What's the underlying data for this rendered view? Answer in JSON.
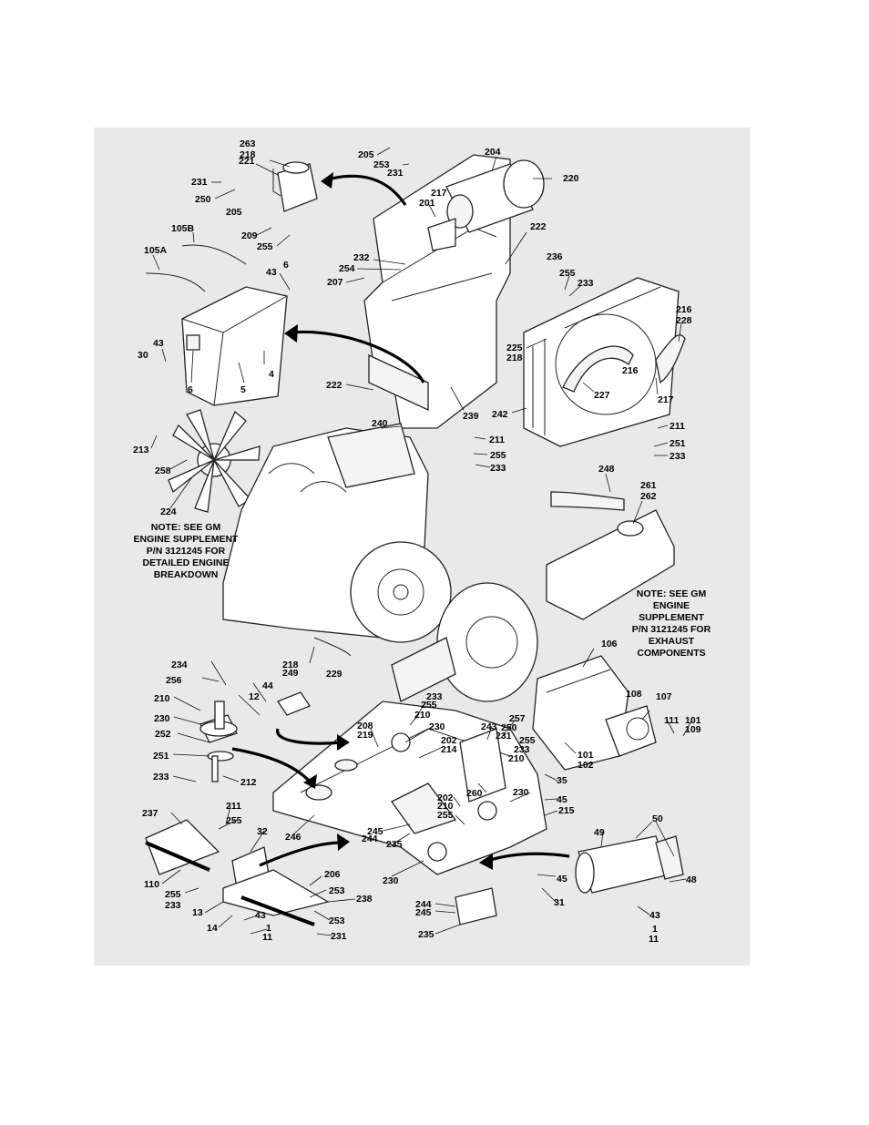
{
  "callouts": [
    {
      "id": "c263",
      "text": "263"
    },
    {
      "id": "c218a",
      "text": "218"
    },
    {
      "id": "c221",
      "text": "221"
    },
    {
      "id": "c231a",
      "text": "231"
    },
    {
      "id": "c250a",
      "text": "250"
    },
    {
      "id": "c205a",
      "text": "205"
    },
    {
      "id": "c205b",
      "text": "205"
    },
    {
      "id": "c253a",
      "text": "253"
    },
    {
      "id": "c231b",
      "text": "231"
    },
    {
      "id": "c204",
      "text": "204"
    },
    {
      "id": "c220",
      "text": "220"
    },
    {
      "id": "c217a",
      "text": "217"
    },
    {
      "id": "c201",
      "text": "201"
    },
    {
      "id": "c209",
      "text": "209"
    },
    {
      "id": "c255a",
      "text": "255"
    },
    {
      "id": "c105B",
      "text": "105B"
    },
    {
      "id": "c105A",
      "text": "105A"
    },
    {
      "id": "c222a",
      "text": "222"
    },
    {
      "id": "c236",
      "text": "236"
    },
    {
      "id": "c232",
      "text": "232"
    },
    {
      "id": "c254",
      "text": "254"
    },
    {
      "id": "c207",
      "text": "207"
    },
    {
      "id": "c43a",
      "text": "43"
    },
    {
      "id": "c6a",
      "text": "6"
    },
    {
      "id": "c255b",
      "text": "255"
    },
    {
      "id": "c233a",
      "text": "233"
    },
    {
      "id": "c216a",
      "text": "216"
    },
    {
      "id": "c228",
      "text": "228"
    },
    {
      "id": "c43b",
      "text": "43"
    },
    {
      "id": "c30",
      "text": "30"
    },
    {
      "id": "c225",
      "text": "225"
    },
    {
      "id": "c218b",
      "text": "218"
    },
    {
      "id": "c4",
      "text": "4"
    },
    {
      "id": "c216b",
      "text": "216"
    },
    {
      "id": "c6b",
      "text": "6"
    },
    {
      "id": "c5",
      "text": "5"
    },
    {
      "id": "c222b",
      "text": "222"
    },
    {
      "id": "c227",
      "text": "227"
    },
    {
      "id": "c217b",
      "text": "217"
    },
    {
      "id": "c239",
      "text": "239"
    },
    {
      "id": "c242",
      "text": "242"
    },
    {
      "id": "c240",
      "text": "240"
    },
    {
      "id": "c211a",
      "text": "211"
    },
    {
      "id": "c211b",
      "text": "211"
    },
    {
      "id": "c251a",
      "text": "251"
    },
    {
      "id": "c255c",
      "text": "255"
    },
    {
      "id": "c233b",
      "text": "233"
    },
    {
      "id": "c233c",
      "text": "233"
    },
    {
      "id": "c213",
      "text": "213"
    },
    {
      "id": "c258",
      "text": "258"
    },
    {
      "id": "c248",
      "text": "248"
    },
    {
      "id": "c261",
      "text": "261"
    },
    {
      "id": "c262",
      "text": "262"
    },
    {
      "id": "c224",
      "text": "224"
    },
    {
      "id": "c106",
      "text": "106"
    },
    {
      "id": "c218c",
      "text": "218"
    },
    {
      "id": "c249",
      "text": "249"
    },
    {
      "id": "c229",
      "text": "229"
    },
    {
      "id": "c234",
      "text": "234"
    },
    {
      "id": "c256",
      "text": "256"
    },
    {
      "id": "c44",
      "text": "44"
    },
    {
      "id": "c12",
      "text": "12"
    },
    {
      "id": "c210a",
      "text": "210"
    },
    {
      "id": "c230a",
      "text": "230"
    },
    {
      "id": "c252",
      "text": "252"
    },
    {
      "id": "c251b",
      "text": "251"
    },
    {
      "id": "c233d",
      "text": "233"
    },
    {
      "id": "c212",
      "text": "212"
    },
    {
      "id": "c233e",
      "text": "233"
    },
    {
      "id": "c255d",
      "text": "255"
    },
    {
      "id": "c210b",
      "text": "210"
    },
    {
      "id": "c230b",
      "text": "230"
    },
    {
      "id": "c208",
      "text": "208"
    },
    {
      "id": "c219",
      "text": "219"
    },
    {
      "id": "c202a",
      "text": "202"
    },
    {
      "id": "c214",
      "text": "214"
    },
    {
      "id": "c243",
      "text": "243"
    },
    {
      "id": "c257",
      "text": "257"
    },
    {
      "id": "c250b",
      "text": "250"
    },
    {
      "id": "c231c",
      "text": "231"
    },
    {
      "id": "c255e",
      "text": "255"
    },
    {
      "id": "c233f",
      "text": "233"
    },
    {
      "id": "c210c",
      "text": "210"
    },
    {
      "id": "c108",
      "text": "108"
    },
    {
      "id": "c107",
      "text": "107"
    },
    {
      "id": "c111",
      "text": "111"
    },
    {
      "id": "c101a",
      "text": "101"
    },
    {
      "id": "c109",
      "text": "109"
    },
    {
      "id": "c101b",
      "text": "101"
    },
    {
      "id": "c102",
      "text": "102"
    },
    {
      "id": "c35",
      "text": "35"
    },
    {
      "id": "c260",
      "text": "260"
    },
    {
      "id": "c230c",
      "text": "230"
    },
    {
      "id": "c45a",
      "text": "45"
    },
    {
      "id": "c215",
      "text": "215"
    },
    {
      "id": "c237",
      "text": "237"
    },
    {
      "id": "c211c",
      "text": "211"
    },
    {
      "id": "c255f",
      "text": "255"
    },
    {
      "id": "c246",
      "text": "246"
    },
    {
      "id": "c202b",
      "text": "202"
    },
    {
      "id": "c210d",
      "text": "210"
    },
    {
      "id": "c255g",
      "text": "255"
    },
    {
      "id": "c245a",
      "text": "245"
    },
    {
      "id": "c244a",
      "text": "244"
    },
    {
      "id": "c235a",
      "text": "235"
    },
    {
      "id": "c32",
      "text": "32"
    },
    {
      "id": "c50",
      "text": "50"
    },
    {
      "id": "c49",
      "text": "49"
    },
    {
      "id": "c110",
      "text": "110"
    },
    {
      "id": "c230d",
      "text": "230"
    },
    {
      "id": "c45b",
      "text": "45"
    },
    {
      "id": "c206",
      "text": "206"
    },
    {
      "id": "c253b",
      "text": "253"
    },
    {
      "id": "c48",
      "text": "48"
    },
    {
      "id": "c255h",
      "text": "255"
    },
    {
      "id": "c233g",
      "text": "233"
    },
    {
      "id": "c238",
      "text": "238"
    },
    {
      "id": "c31",
      "text": "31"
    },
    {
      "id": "c244b",
      "text": "244"
    },
    {
      "id": "c245b",
      "text": "245"
    },
    {
      "id": "c13",
      "text": "13"
    },
    {
      "id": "c43c",
      "text": "43"
    },
    {
      "id": "c253c",
      "text": "253"
    },
    {
      "id": "c43d",
      "text": "43"
    },
    {
      "id": "c14",
      "text": "14"
    },
    {
      "id": "c1a",
      "text": "1"
    },
    {
      "id": "c11a",
      "text": "11"
    },
    {
      "id": "c231d",
      "text": "231"
    },
    {
      "id": "c235b",
      "text": "235"
    },
    {
      "id": "c1b",
      "text": "1"
    },
    {
      "id": "c11b",
      "text": "11"
    }
  ],
  "notes": {
    "engine": [
      "NOTE: SEE GM",
      "ENGINE SUPPLEMENT",
      "P/N 3121245 FOR",
      "DETAILED ENGINE",
      "BREAKDOWN"
    ],
    "exhaust": [
      "NOTE: SEE GM",
      "ENGINE",
      "SUPPLEMENT",
      "P/N 3121245 FOR",
      "EXHAUST",
      "COMPONENTS"
    ]
  }
}
